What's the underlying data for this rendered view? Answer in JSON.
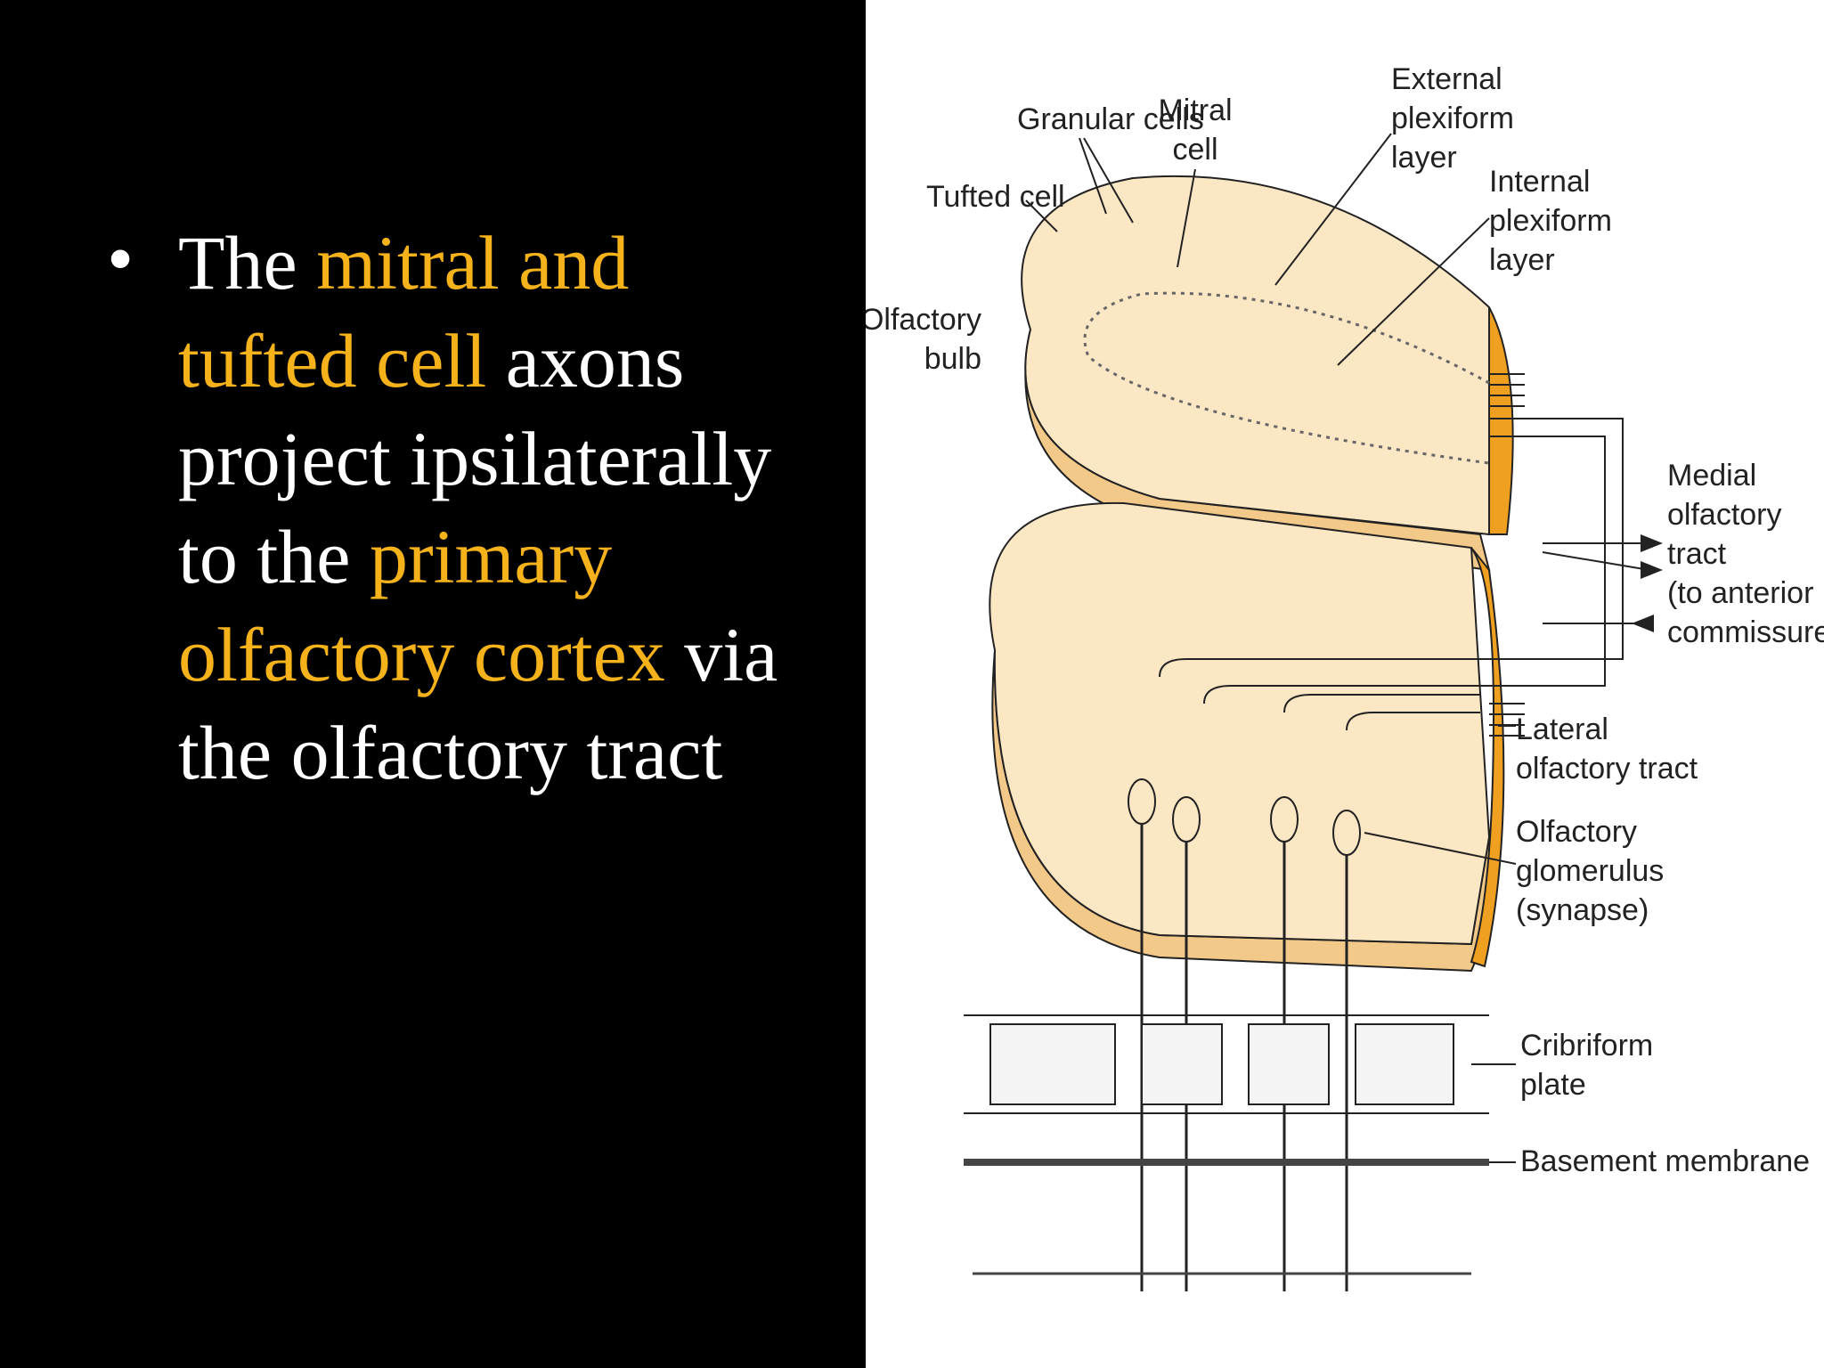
{
  "slide": {
    "bullet_char": "•",
    "segments": [
      {
        "text": "The ",
        "highlight": false
      },
      {
        "text": "mitral and tufted cell",
        "highlight": true
      },
      {
        "text": " axons project ipsilaterally to the ",
        "highlight": false
      },
      {
        "text": "primary olfactory cortex",
        "highlight": true
      },
      {
        "text": " via the olfactory tract",
        "highlight": false
      }
    ],
    "colors": {
      "background": "#000000",
      "text": "#ffffff",
      "highlight": "#f5b21b"
    }
  },
  "diagram": {
    "labels": {
      "external_plexiform": [
        "External",
        "plexiform",
        "layer"
      ],
      "granular_cells": [
        "Granular cells"
      ],
      "mitral_cell": [
        "Mitral",
        "cell"
      ],
      "tufted_cell": [
        "Tufted cell"
      ],
      "internal_plexiform": [
        "Internal",
        "plexiform",
        "layer"
      ],
      "olfactory_bulb": [
        "Olfactory",
        "bulb"
      ],
      "medial_tract": [
        "Medial",
        "olfactory",
        "tract",
        "(to anterior",
        "commissure)"
      ],
      "lateral_tract": [
        "Lateral",
        "olfactory tract"
      ],
      "glomerulus": [
        "Olfactory",
        "glomerulus",
        "(synapse)"
      ],
      "cribriform": [
        "Cribriform",
        "plate"
      ],
      "basement": [
        "Basement membrane"
      ]
    },
    "colors": {
      "bulb_fill": "#fbe7c4",
      "bulb_side": "#f3c98a",
      "bulb_edge": "#f0a020",
      "ink": "#222222"
    }
  }
}
